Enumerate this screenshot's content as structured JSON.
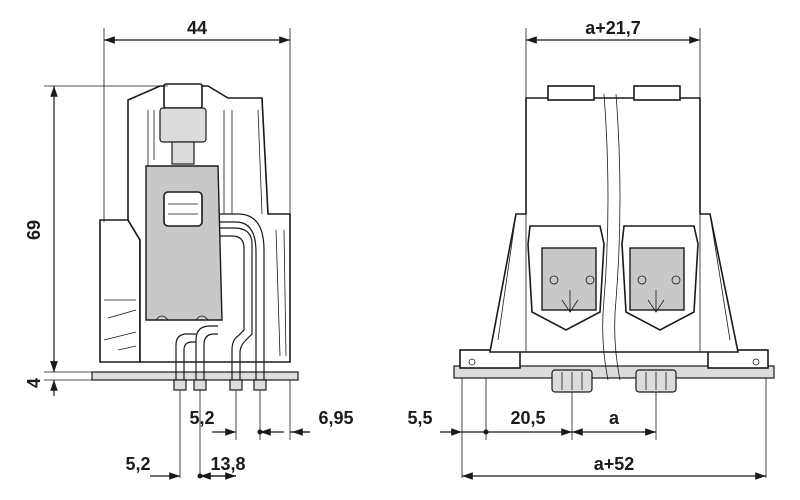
{
  "dimensions": {
    "width_44": "44",
    "height_69": "69",
    "height_4": "4",
    "pitch_5_2_top": "5,2",
    "offset_6_95": "6,95",
    "pitch_5_2_bottom": "5,2",
    "span_13_8": "13,8",
    "width_a_plus_21_7": "a+21,7",
    "offset_5_5": "5,5",
    "dist_20_5": "20,5",
    "pitch_a": "a",
    "width_a_plus_52": "a+52"
  }
}
